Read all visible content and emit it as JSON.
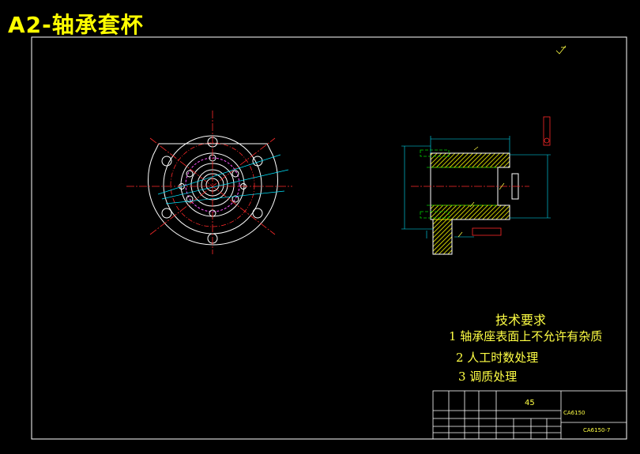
{
  "badge": "A2-轴承套杯",
  "tech_requirements": {
    "title": "技术要求",
    "items": [
      "1 轴承座表面上不允许有杂质",
      "2 人工时数处理",
      "3 调质处理"
    ]
  },
  "title_block": {
    "quantity": "45",
    "name": "CA6150",
    "drawing_no": "CA6150-7"
  },
  "colors": {
    "background": "#000000",
    "badge": "#ffff00",
    "outline": "#ffffff",
    "center_line": "#ff2a2a",
    "dimension": "#00e5ff",
    "hatch": "#ffff00",
    "hidden": "#00d000",
    "text_green": "#33ff33",
    "circle_magenta": "#ff55ff"
  }
}
